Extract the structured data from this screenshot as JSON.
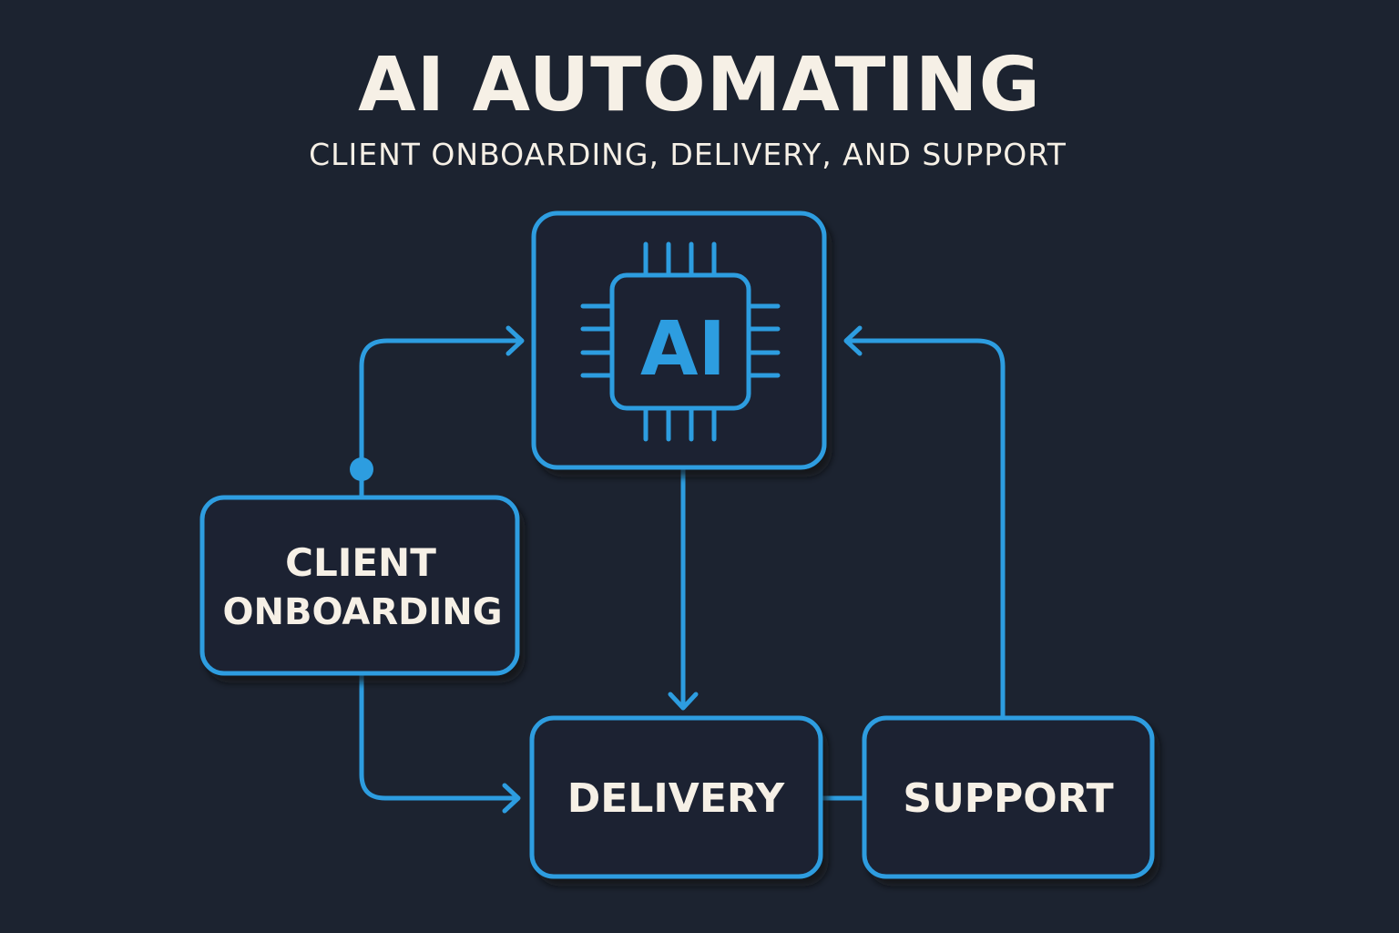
{
  "title": "AI AUTOMATING",
  "subtitle": "CLIENT ONBOARDING, DELIVERY, AND SUPPORT",
  "colors": {
    "background": "#1c2330",
    "accent": "#2d9de0",
    "text": "#f6f0e6"
  },
  "nodes": {
    "ai": {
      "label": "AI",
      "icon": "ai-chip-icon"
    },
    "onboarding": {
      "line1": "CLIENT",
      "line2": "ONBOARDING"
    },
    "delivery": {
      "label": "DELIVERY"
    },
    "support": {
      "label": "SUPPORT"
    }
  }
}
